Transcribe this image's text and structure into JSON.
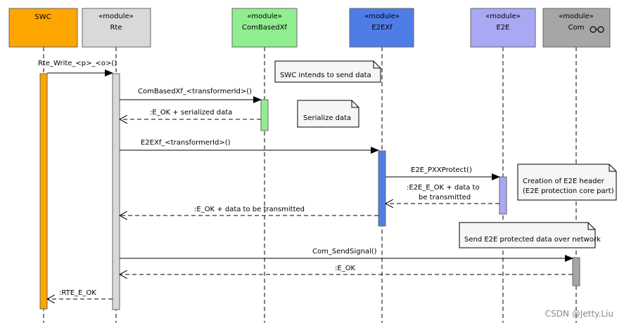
{
  "participants": [
    {
      "id": "swc",
      "stereotype": "",
      "name": "SWC",
      "fill": "#ffa500"
    },
    {
      "id": "rte",
      "stereotype": "«module»",
      "name": "Rte",
      "fill": "#d9d9d9"
    },
    {
      "id": "cbx",
      "stereotype": "«module»",
      "name": "ComBasedXf",
      "fill": "#90ee90"
    },
    {
      "id": "e2exf",
      "stereotype": "«module»",
      "name": "E2EXf",
      "fill": "#4f7de8"
    },
    {
      "id": "e2e",
      "stereotype": "«module»",
      "name": "E2E",
      "fill": "#a8a8f5"
    },
    {
      "id": "com",
      "stereotype": "«module»",
      "name": "Com",
      "fill": "#a6a6a6"
    }
  ],
  "messages": [
    {
      "id": "m1",
      "label": "Rte_Write_<p>_<o>()",
      "kind": "call"
    },
    {
      "id": "m2",
      "label": "ComBasedXf_<transformerId>()",
      "kind": "call"
    },
    {
      "id": "m3",
      "label": ":E_OK + serialized data",
      "kind": "return"
    },
    {
      "id": "m4",
      "label": "E2EXf_<transformerId>()",
      "kind": "call"
    },
    {
      "id": "m5",
      "label": "E2E_PXXProtect()",
      "kind": "call"
    },
    {
      "id": "m6",
      "label": ":E2E_E_OK + data to",
      "label2": "be transmitted",
      "kind": "return"
    },
    {
      "id": "m7",
      "label": ":E_OK + data to be transmitted",
      "kind": "return"
    },
    {
      "id": "m8",
      "label": "Com_SendSignal()",
      "kind": "call"
    },
    {
      "id": "m9",
      "label": ":E_OK",
      "kind": "return"
    },
    {
      "id": "m10",
      "label": ":RTE_E_OK",
      "kind": "return"
    }
  ],
  "notes": [
    {
      "id": "n1",
      "lines": [
        "SWC intends to send data"
      ]
    },
    {
      "id": "n2",
      "lines": [
        "Serialize data"
      ]
    },
    {
      "id": "n3",
      "lines": [
        "Creation of E2E header",
        "(E2E protection core part)"
      ]
    },
    {
      "id": "n4",
      "lines": [
        "Send E2E protected data over network"
      ]
    }
  ],
  "com_icon": "link-icon",
  "watermark": "CSDN @Jetty.Liu"
}
